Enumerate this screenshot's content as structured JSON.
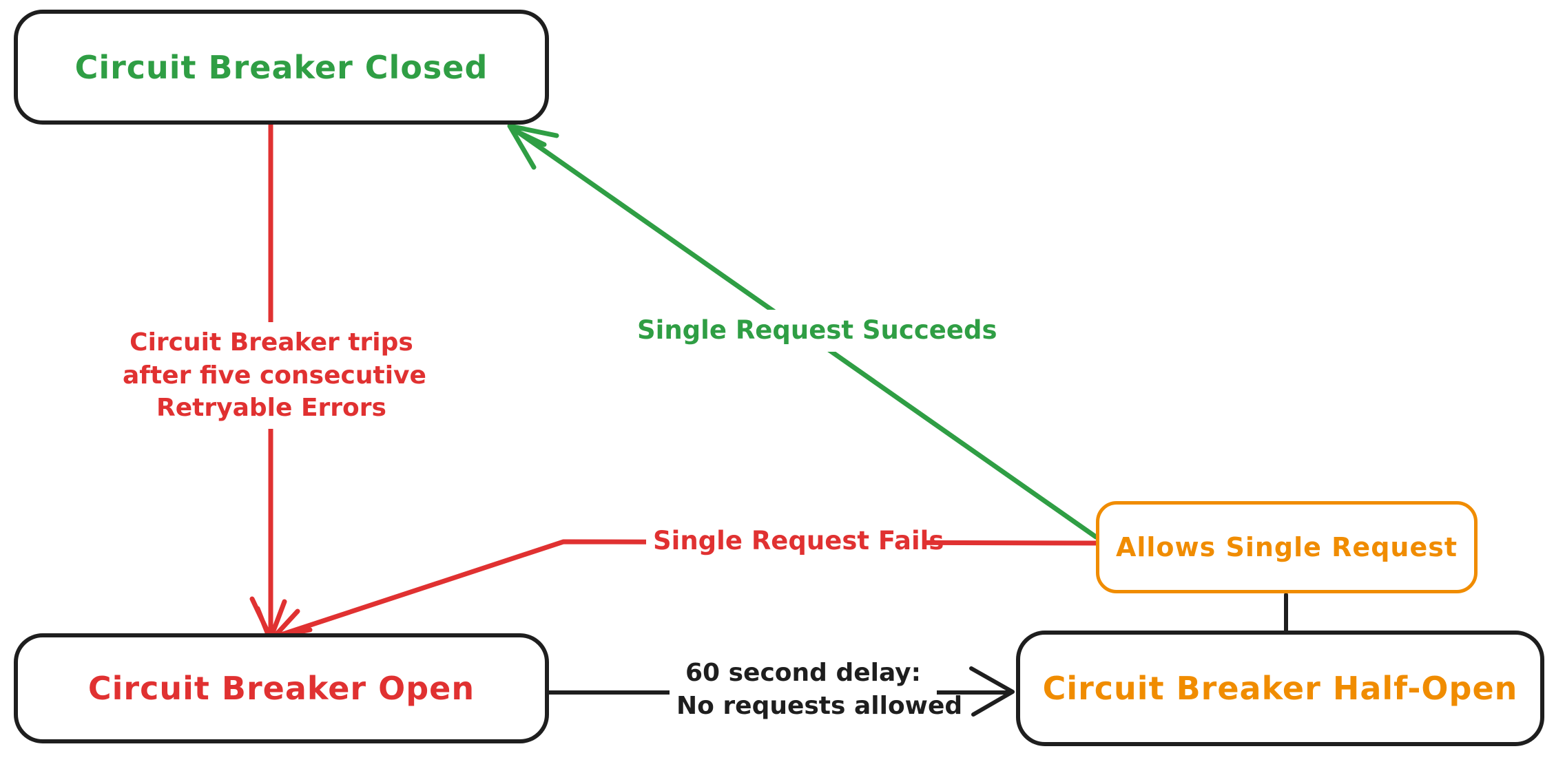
{
  "colors": {
    "ink": "#1e1e1e",
    "red": "#e03131",
    "green": "#2f9e44",
    "orange": "#f08c00",
    "background": "#ffffff"
  },
  "diagram_type": "state-diagram",
  "nodes": {
    "closed": {
      "label": "Circuit Breaker Closed",
      "text_color": "#2f9e44",
      "border_color": "#1e1e1e"
    },
    "open": {
      "label": "Circuit Breaker Open",
      "text_color": "#e03131",
      "border_color": "#1e1e1e"
    },
    "half_open": {
      "label": "Circuit Breaker Half-Open",
      "text_color": "#f08c00",
      "border_color": "#1e1e1e"
    },
    "allows_single_request": {
      "label": "Allows Single Request",
      "text_color": "#f08c00",
      "border_color": "#f08c00"
    }
  },
  "edges": {
    "trips": {
      "from": "closed",
      "to": "open",
      "color": "#e03131",
      "arrow": "to",
      "label_lines": [
        "Circuit Breaker trips",
        "after five consecutive",
        "Retryable Errors"
      ]
    },
    "succeeds": {
      "from": "allows_single_request",
      "to": "closed",
      "color": "#2f9e44",
      "arrow": "to",
      "label": "Single Request Succeeds"
    },
    "fails": {
      "from": "allows_single_request",
      "to": "open",
      "color": "#e03131",
      "arrow": "to",
      "label": "Single Request Fails"
    },
    "delay": {
      "from": "open",
      "to": "half_open",
      "color": "#1e1e1e",
      "arrow": "to",
      "label_lines": [
        "60 second delay:",
        "No requests allowed"
      ]
    },
    "half_open_probe": {
      "from": "half_open",
      "to": "allows_single_request",
      "color": "#1e1e1e",
      "arrow": "none",
      "label": ""
    }
  }
}
